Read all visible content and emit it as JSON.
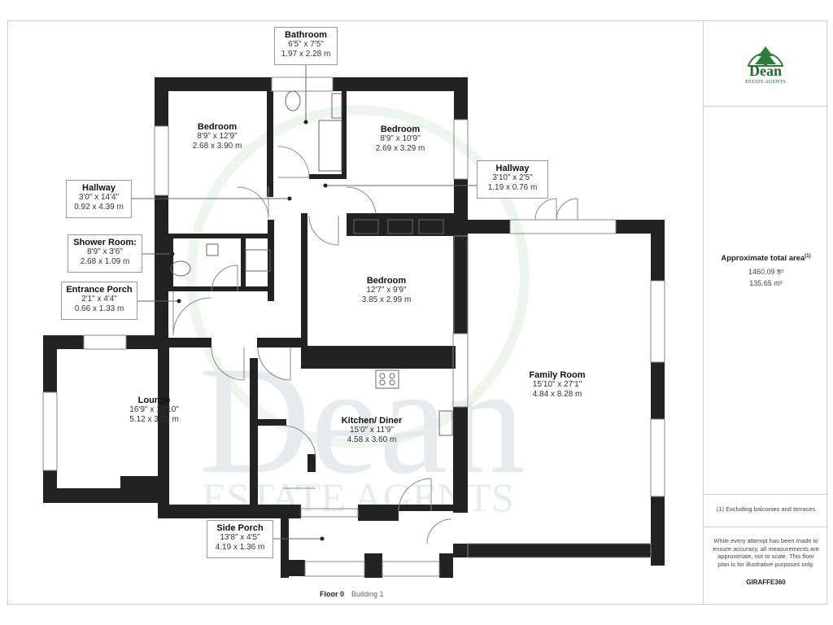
{
  "brand": {
    "name": "Dean",
    "subtitle": "ESTATE AGENTS"
  },
  "area": {
    "title": "Approximate total area",
    "sup": "(1)",
    "sqft": "1460.09 ft²",
    "sqm": "135.65 m²"
  },
  "notes": {
    "exclusion": "(1) Excluding balconies and terraces",
    "disclaimer": "While every attempt has been made to ensure accuracy, all measurements are approximate, not to scale. This floor plan is for illustrative purposes only.",
    "credit": "GIRAFFE360"
  },
  "footer": {
    "floor": "Floor 0",
    "building": "Building 1"
  },
  "rooms": {
    "bathroom": {
      "name": "Bathroom",
      "imperial": "6'5\" x 7'5\"",
      "metric": "1.97 x 2.28 m"
    },
    "bedroom1": {
      "name": "Bedroom",
      "imperial": "8'9\" x 12'9\"",
      "metric": "2.68 x 3.90 m"
    },
    "bedroom2": {
      "name": "Bedroom",
      "imperial": "8'9\" x 10'9\"",
      "metric": "2.69 x 3.29 m"
    },
    "hallway1": {
      "name": "Hallway",
      "imperial": "3'0\" x 14'4\"",
      "metric": "0.92 x 4.39 m"
    },
    "hallway2": {
      "name": "Hallway",
      "imperial": "3'10\" x 2'5\"",
      "metric": "1.19 x 0.76 m"
    },
    "shower": {
      "name": "Shower Room:",
      "imperial": "8'9\" x 3'6\"",
      "metric": "2.68 x 1.09 m"
    },
    "porch": {
      "name": "Entrance Porch",
      "imperial": "2'1\" x 4'4\"",
      "metric": "0.66 x 1.33 m"
    },
    "bedroom3": {
      "name": "Bedroom",
      "imperial": "12'7\" x 9'9\"",
      "metric": "3.85 x 2.99 m"
    },
    "lounge": {
      "name": "Lounge",
      "imperial": "16'9\" x 12'10\"",
      "metric": "5.12 x 3.91 m"
    },
    "kitchen": {
      "name": "Kitchen/ Diner",
      "imperial": "15'0\" x 11'9\"",
      "metric": "4.58 x 3.60 m"
    },
    "family": {
      "name": "Family Room",
      "imperial": "15'10\" x 27'1\"",
      "metric": "4.84 x 8.28 m"
    },
    "sideporch": {
      "name": "Side Porch",
      "imperial": "13'8\" x 4'5\"",
      "metric": "4.19 x 1.36 m"
    }
  },
  "watermark": {
    "line1": "Dean",
    "line2": "ESTATE AGENTS"
  }
}
